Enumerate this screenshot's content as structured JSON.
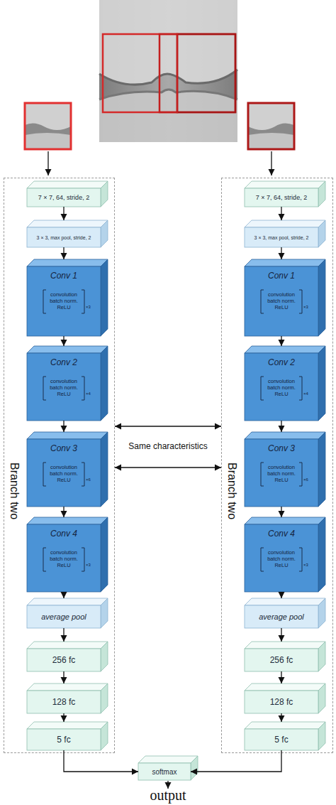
{
  "diagram": {
    "nodes": [
      {
        "text": [
          "Branch two"
        ]
      },
      {
        "text": [
          "7 × 7, 64, stride, 2"
        ],
        "in": 0
      },
      {
        "text": [
          "3 × 3, max pool, stride, 2"
        ],
        "in": 0
      },
      {
        "text": [
          "Conv 1",
          "convolution batch norm. ReLU",
          "×3"
        ],
        "in": 0
      },
      {
        "text": [
          "Conv 2",
          "convolution batch norm. ReLU",
          "×4"
        ],
        "in": 0
      },
      {
        "text": [
          "Conv 3",
          "convolution batch norm. ReLU",
          "×6"
        ],
        "in": 0
      },
      {
        "text": [
          "Conv 4",
          "convolution batch norm. ReLU",
          "×3"
        ],
        "in": 0
      },
      {
        "text": [
          "average pool"
        ],
        "in": 0
      },
      {
        "text": [
          "256 fc"
        ],
        "in": 0
      },
      {
        "text": [
          "128 fc"
        ],
        "in": 0
      },
      {
        "text": [
          "5 fc"
        ],
        "in": 0
      },
      {
        "text": [
          "Branch two"
        ]
      },
      {
        "text": [
          "7 × 7, 64, stride, 2"
        ],
        "in": 11
      },
      {
        "text": [
          "3 × 3, max pool, stride, 2"
        ],
        "in": 11
      },
      {
        "text": [
          "Conv 1",
          "convolution batch norm. ReLU",
          "×3"
        ],
        "in": 11
      },
      {
        "text": [
          "Conv 2",
          "convolution batch norm. ReLU",
          "×4"
        ],
        "in": 11
      },
      {
        "text": [
          "Conv 3",
          "convolution batch norm. ReLU",
          "×6"
        ],
        "in": 11
      },
      {
        "text": [
          "Conv 4",
          "convolution batch norm. ReLU",
          "×3"
        ],
        "in": 11
      },
      {
        "text": [
          "average pool"
        ],
        "in": 11
      },
      {
        "text": [
          "256 fc"
        ],
        "in": 11
      },
      {
        "text": [
          "128 fc"
        ],
        "in": 11
      },
      {
        "text": [
          "5 fc"
        ],
        "in": 11
      },
      {
        "text": [
          "softmax"
        ]
      }
    ],
    "edges": [
      {
        "from": 1,
        "to": 2,
        "arrow": "to"
      },
      {
        "from": 2,
        "to": 3,
        "arrow": "to"
      },
      {
        "from": 3,
        "to": 4,
        "arrow": "to"
      },
      {
        "from": 4,
        "to": 5,
        "arrow": "to"
      },
      {
        "from": 5,
        "to": 6,
        "arrow": "to"
      },
      {
        "from": 6,
        "to": 7,
        "arrow": "to"
      },
      {
        "from": 7,
        "to": 8,
        "arrow": "to"
      },
      {
        "from": 8,
        "to": 9,
        "arrow": "to"
      },
      {
        "from": 9,
        "to": 10,
        "arrow": "to"
      },
      {
        "from": 12,
        "to": 13,
        "arrow": "to"
      },
      {
        "from": 13,
        "to": 14,
        "arrow": "to"
      },
      {
        "from": 14,
        "to": 15,
        "arrow": "to"
      },
      {
        "from": 15,
        "to": 16,
        "arrow": "to"
      },
      {
        "from": 16,
        "to": 17,
        "arrow": "to"
      },
      {
        "from": 17,
        "to": 18,
        "arrow": "to"
      },
      {
        "from": 18,
        "to": 19,
        "arrow": "to"
      },
      {
        "from": 19,
        "to": 20,
        "arrow": "to"
      },
      {
        "from": 20,
        "to": 21,
        "arrow": "to"
      },
      {
        "from": 10,
        "to": 22,
        "arrow": "to"
      },
      {
        "from": 21,
        "to": 22,
        "arrow": "to"
      },
      {
        "from": 0,
        "to": 11,
        "arrow": "both"
      },
      {
        "from": 0,
        "to": 11,
        "arrow": "both"
      }
    ],
    "labels": [
      "Same characteristics",
      "output"
    ]
  }
}
